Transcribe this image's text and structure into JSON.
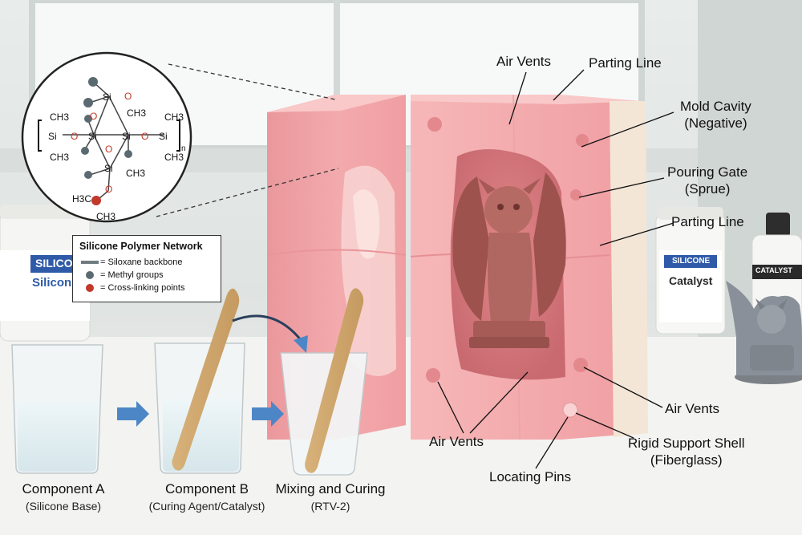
{
  "callouts": {
    "air_vents_top": "Air Vents",
    "parting_line_top": "Parting Line",
    "mold_cavity": [
      "Mold Cavity",
      "(Negative)"
    ],
    "pouring_gate": [
      "Pouring Gate",
      "(Sprue)"
    ],
    "parting_line_right": "Parting Line",
    "air_vents_right": "Air Vents",
    "air_vents_bottom": "Air Vents",
    "rigid_support": [
      "Rigid Support Shell",
      "(Fiberglass)"
    ],
    "locating_pins": "Locating Pins"
  },
  "components": [
    {
      "title": "Component A",
      "subtitle": "(Silicone Base)"
    },
    {
      "title": "Component B",
      "subtitle": "(Curing Agent/Catalyst)"
    },
    {
      "title": "Mixing and Curing",
      "subtitle": "(RTV-2)"
    }
  ],
  "legend": {
    "title": "Silicone Polymer Network",
    "items": [
      {
        "symbol": "line",
        "text": "= Siloxane backbone"
      },
      {
        "symbol": "gray-dot",
        "text": "= Methyl groups"
      },
      {
        "symbol": "red-dot",
        "text": "= Cross-linking points"
      }
    ]
  },
  "molecule": {
    "atoms": {
      "si": "Si",
      "o": "O",
      "ch3": "CH3",
      "h3c": "H3C",
      "n": "n"
    }
  },
  "containers": {
    "left_jar": [
      "SILICO",
      "Silicon"
    ],
    "catalyst_jar": [
      "SILICONE",
      "Catalyst"
    ],
    "small_bottle": "CATALYST"
  },
  "colors": {
    "mold": "#f4aeb0",
    "mold_shadow": "#d97f84",
    "gargoyle": "#b46560",
    "arrow": "#4d86c6",
    "cross_link": "#c0392b",
    "methyl": "#5a6a70"
  }
}
